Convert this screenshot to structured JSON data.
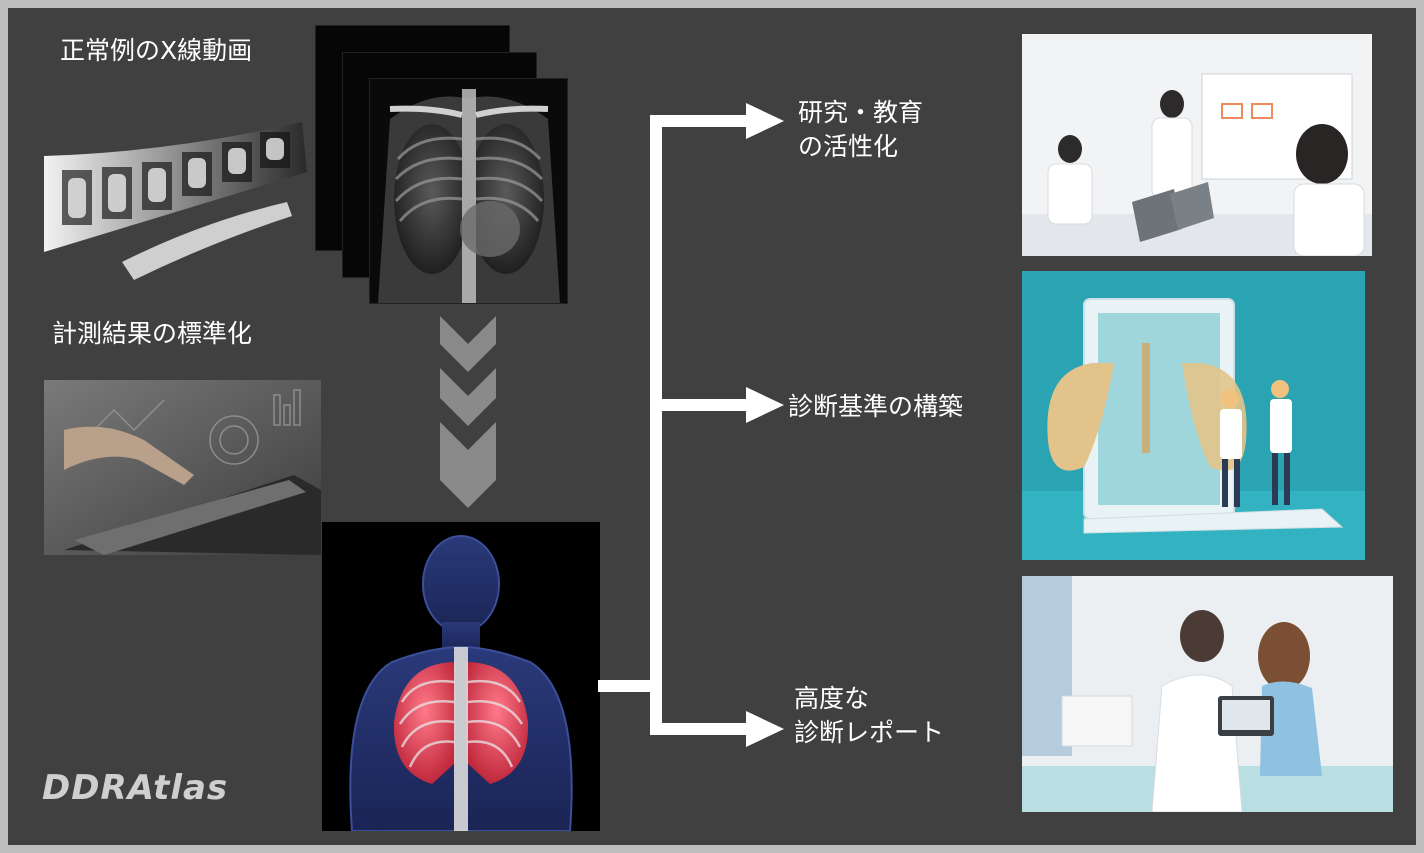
{
  "left_labels": {
    "normal_xray_video": "正常例のX線動画",
    "standardization": "計測結果の標準化"
  },
  "outcomes": [
    {
      "line1": "研究・教育",
      "line2": "の活性化"
    },
    {
      "line1": "診断基準の構築"
    },
    {
      "line1": "高度な",
      "line2": "診断レポート"
    }
  ],
  "logo": "DDRAtlas",
  "colors": {
    "background": "#404040",
    "frame": "#bdbdbd",
    "arrow": "#ffffff",
    "chevron": "#8a8a8a",
    "teal_panel": "#2aa3b2",
    "lungs": "#e0566a"
  }
}
